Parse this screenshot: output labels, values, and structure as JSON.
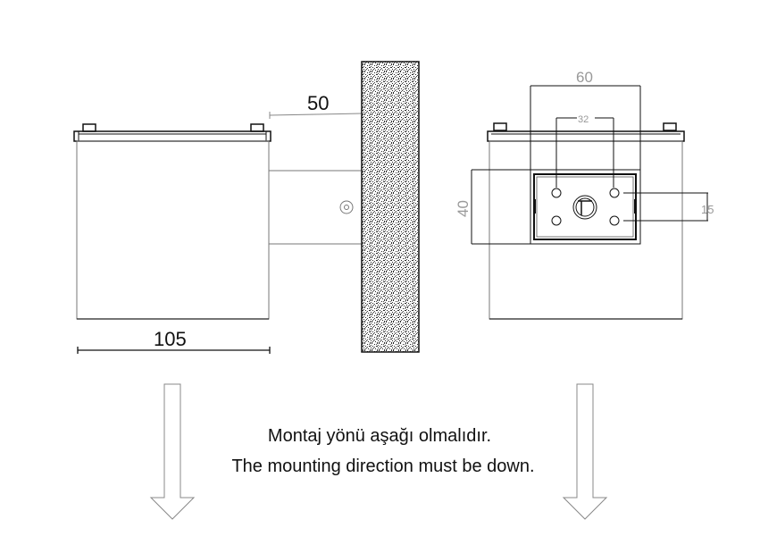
{
  "diagram": {
    "side_view": {
      "width_label": "105",
      "projection_label": "50"
    },
    "back_view": {
      "plate_width_label": "60",
      "hole_spacing_h_label": "32",
      "plate_height_label": "40",
      "hole_spacing_v_label": "15"
    },
    "notes": {
      "line_tr": "Montaj yönü aşağı olmalıdır.",
      "line_en": "The mounting direction must be down."
    },
    "arrows": [
      {
        "direction": "down",
        "position": "left"
      },
      {
        "direction": "down",
        "position": "right"
      }
    ]
  }
}
